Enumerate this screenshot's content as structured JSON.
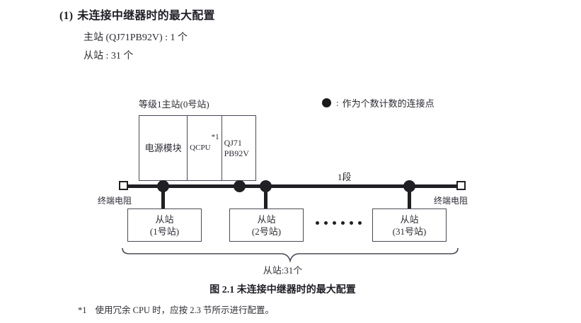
{
  "heading": {
    "number": "(1)",
    "title": "未连接中继器时的最大配置",
    "line1": "主站 (QJ71PB92V) : 1 个",
    "line2": "从站 : 31 个"
  },
  "legend": {
    "symbol": "filled-circle",
    "colon": ":",
    "text": "作为个数计数的连接点"
  },
  "diagram": {
    "master": {
      "label": "等级1主站(0号站)",
      "cells": [
        {
          "name": "power-module",
          "text": "电源模块"
        },
        {
          "name": "qcpu",
          "text": "QCPU",
          "footnote_mark": "*1"
        },
        {
          "name": "network-module",
          "line1": "QJ71",
          "line2": "PB92V"
        }
      ]
    },
    "bus": {
      "segment_label": "1段",
      "terminator_left": "终端电阻",
      "terminator_right": "终端电阻"
    },
    "slaves": [
      {
        "line1": "从站",
        "line2": "(1号站)"
      },
      {
        "line1": "从站",
        "line2": "(2号站)"
      },
      {
        "line1": "从站",
        "line2": "(31号站)"
      }
    ],
    "ellipsis_count": 6,
    "brace_label": "从站:31个"
  },
  "caption": "图 2.1  未连接中继器时的最大配置",
  "footnote": {
    "mark": "*1",
    "text": "使用冗余 CPU 时，应按 2.3 节所示进行配置。"
  },
  "colors": {
    "ink": "#1f1f24",
    "text": "#2b2b33",
    "box_border": "#4a4a55",
    "background": "#ffffff"
  }
}
